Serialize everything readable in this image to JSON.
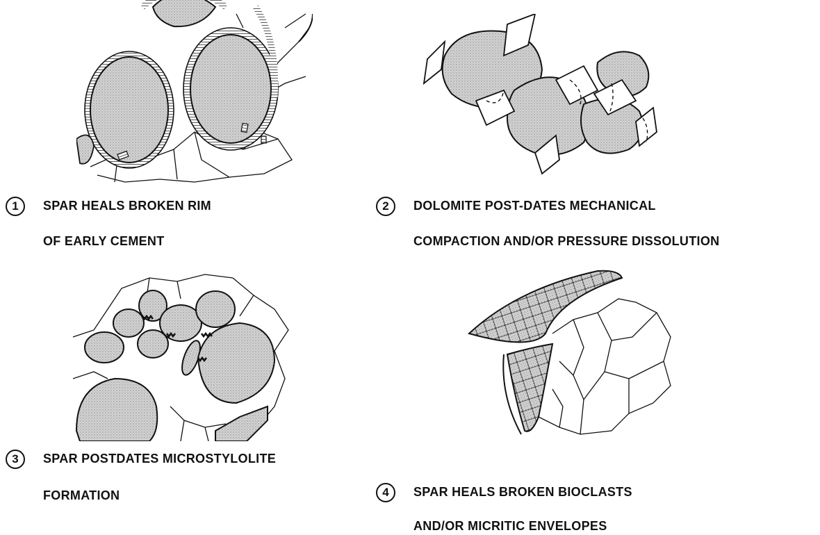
{
  "panels": [
    {
      "number": "1",
      "caption_line1": "SPAR HEALS BROKEN RIM",
      "caption_line2": "OF EARLY CEMENT"
    },
    {
      "number": "2",
      "caption_line1": "DOLOMITE POST-DATES MECHANICAL",
      "caption_line2": "COMPACTION AND/OR PRESSURE DISSOLUTION"
    },
    {
      "number": "3",
      "caption_line1": "SPAR POSTDATES MICROSTYLOLITE",
      "caption_line2": "FORMATION"
    },
    {
      "number": "4",
      "caption_line1": "SPAR HEALS BROKEN BIOCLASTS",
      "caption_line2": "AND/OR MICRITIC ENVELOPES"
    }
  ],
  "colors": {
    "ink": "#111111",
    "grain_fill": "#c9c9c9",
    "background": "#ffffff"
  }
}
